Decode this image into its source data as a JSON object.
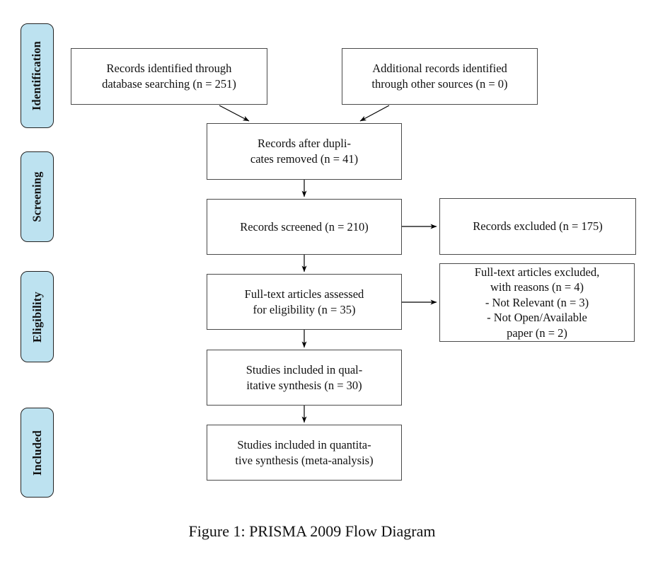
{
  "caption": "Figure 1: PRISMA 2009 Flow Diagram",
  "phase_labels": {
    "identification": "Identification",
    "screening": "Screening",
    "eligibility": "Eligibility",
    "included": "Included"
  },
  "boxes": {
    "records_identified": {
      "lines": [
        "Records identified through",
        "database searching (n = 251)"
      ]
    },
    "additional_records": {
      "lines": [
        "Additional records identified",
        "through other sources (n = 0)"
      ]
    },
    "after_duplicates": {
      "lines": [
        "Records after dupli-",
        "cates removed (n = 41)"
      ]
    },
    "records_screened": {
      "lines": [
        "Records screened (n = 210)"
      ]
    },
    "records_excluded": {
      "lines": [
        "Records excluded (n = 175)"
      ]
    },
    "fulltext_assessed": {
      "lines": [
        "Full-text articles assessed",
        "for eligibility (n = 35)"
      ]
    },
    "fulltext_excluded": {
      "lines": [
        "Full-text articles excluded,",
        "with reasons (n = 4)",
        "- Not Relevant (n = 3)",
        "- Not Open/Available",
        "paper (n = 2)"
      ]
    },
    "qualitative_synthesis": {
      "lines": [
        "Studies included in qual-",
        "itative synthesis (n = 30)"
      ]
    },
    "quantitative_synthesis": {
      "lines": [
        "Studies included in quantita-",
        "tive synthesis (meta-analysis)"
      ]
    }
  },
  "colors": {
    "phase_fill": "#bde2f0",
    "phase_border": "#222222",
    "box_border": "#4a4a4a",
    "arrow": "#000000",
    "background": "#ffffff"
  }
}
